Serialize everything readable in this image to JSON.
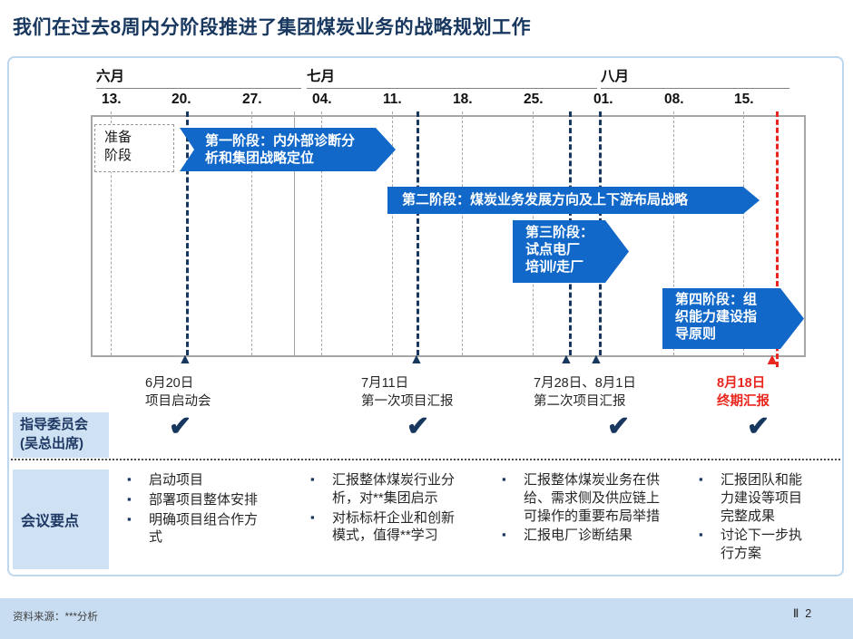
{
  "title": "我们在过去8周内分阶段推进了集团煤炭业务的战略规划工作",
  "timeline": {
    "months": [
      {
        "label": "六月",
        "dates": [
          "13.",
          "20.",
          "27."
        ]
      },
      {
        "label": "七月",
        "dates": [
          "04.",
          "11.",
          "18.",
          "25."
        ]
      },
      {
        "label": "八月",
        "dates": [
          "01.",
          "08.",
          "15."
        ]
      }
    ],
    "prep_label": "准备阶段",
    "phases": [
      {
        "label": "第一阶段：内外部诊断分析和集团战略定位"
      },
      {
        "label": "第二阶段：煤炭业务发展方向及上下游布局战略"
      },
      {
        "label": "第三阶段：\n试点电厂\n培训/走厂"
      },
      {
        "label": "第四阶段：组织能力建设指导原则"
      }
    ],
    "marker_glyph": "▲",
    "milestones": [
      {
        "date": "6月20日",
        "desc": "项目启动会"
      },
      {
        "date": "7月11日",
        "desc": "第一次项目汇报"
      },
      {
        "date": "7月28日、8月1日",
        "desc": "第二次项目汇报"
      },
      {
        "date": "8月18日",
        "desc": "终期汇报"
      }
    ]
  },
  "steering": {
    "label": "指导委员会\n(吴总出席)",
    "check_glyph": "✔",
    "checks": [
      "✔",
      "✔",
      "✔",
      "✔"
    ]
  },
  "meeting": {
    "label": "会议要点",
    "bullet": "▪",
    "columns": [
      {
        "bullets": [
          "启动项目",
          "部署项目整体安排",
          "明确项目组合作方式"
        ]
      },
      {
        "bullets": [
          "汇报整体煤炭行业分析，对**集团启示",
          "对标标杆企业和创新模式，值得**学习"
        ]
      },
      {
        "bullets": [
          "汇报整体煤炭业务在供给、需求侧及供应链上可操作的重要布局举措",
          "汇报电厂诊断结果"
        ]
      },
      {
        "bullets": [
          "汇报团队和能力建设等项目完整成果",
          "讨论下一步执行方案"
        ]
      }
    ]
  },
  "footer": {
    "source": "资料来源：***分析",
    "page_divider": "‖",
    "page_number": "2"
  },
  "colors": {
    "title_navy": "#17375e",
    "arrow_blue": "#1268c8",
    "milestone_navy": "#17375e",
    "highlight_red": "#e8261d",
    "label_bg": "#cfe2f3",
    "footer_bg": "#c9ddf2",
    "content_border": "#bdd7ee",
    "grid_gray": "#a8a8a8"
  }
}
